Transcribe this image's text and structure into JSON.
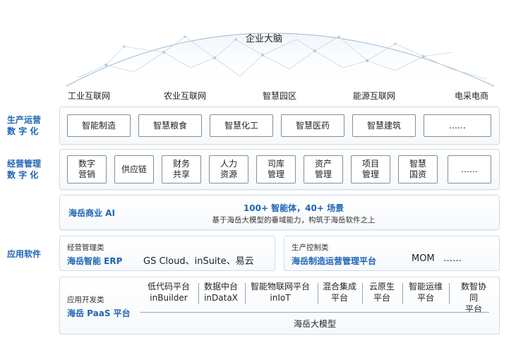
{
  "top": {
    "brain": "企业大脑",
    "industries": [
      "工业互联网",
      "农业互联网",
      "智慧园区",
      "能源互联网",
      "电采电商"
    ]
  },
  "production": {
    "label": "生产运营\n数 字 化",
    "items": [
      "智能制造",
      "智慧粮食",
      "智慧化工",
      "智慧医药",
      "智慧建筑",
      "……"
    ]
  },
  "management": {
    "label": "经营管理\n数 字 化",
    "items": [
      "数字\n营销",
      "供应链",
      "财务\n共享",
      "人力\n资源",
      "司库\n管理",
      "资产\n管理",
      "项目\n管理",
      "智慧\n国资",
      "……"
    ]
  },
  "ai": {
    "name": "海岳商业 AI",
    "headline": "100+ 智能体，40+ 场景",
    "subline": "基于海岳大模型的垂域能力，构筑于海岳软件之上"
  },
  "software": {
    "label": "应用软件",
    "erp": {
      "category": "经营管理类",
      "product": "海岳智能 ERP",
      "list": "GS Cloud、inSuite、易云"
    },
    "mom": {
      "category": "生产控制类",
      "product": "海岳制造运营管理平台",
      "list": "MOM   ……"
    },
    "paas": {
      "category": "应用开发类",
      "product": "海岳 PaaS 平台",
      "tools": [
        "低代码平台\ninBuilder",
        "数据中台\ninDataX",
        "智能物联网平台\ninIoT",
        "混合集成\n平台",
        "云原生\n平台",
        "智能运维\n平台",
        "数智协同\n平台"
      ],
      "model": "海岳大模型"
    }
  }
}
